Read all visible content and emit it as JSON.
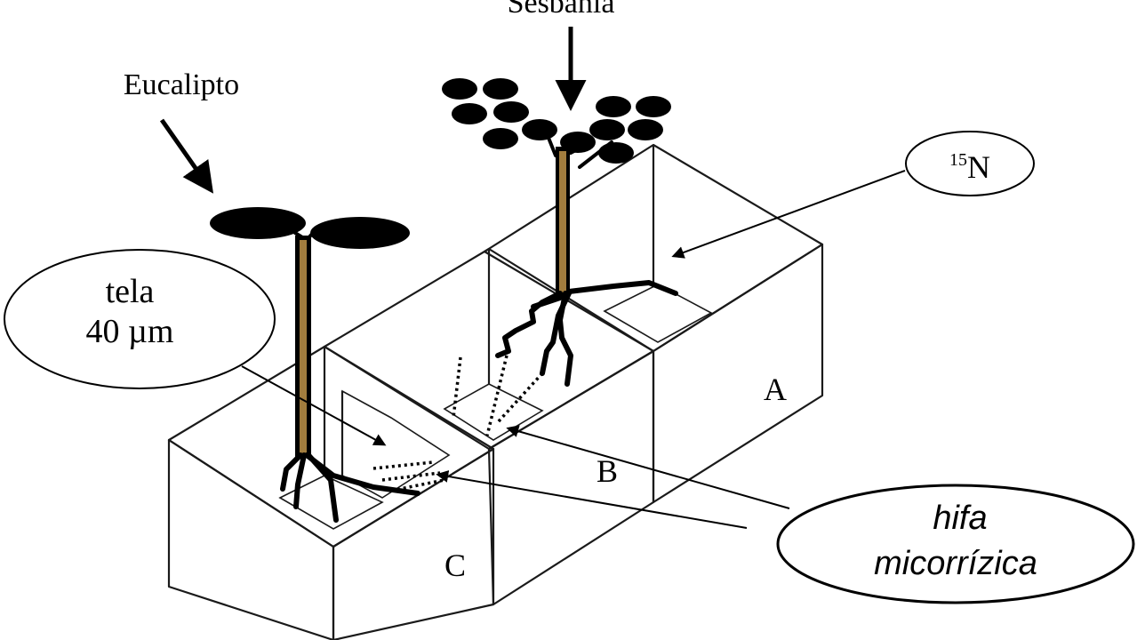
{
  "labels": {
    "sesbania": "Sesbania",
    "eucalipto": "Eucalipto",
    "nitrogen_sup": "15",
    "nitrogen_symbol": "N",
    "tela_line1": "tela",
    "tela_line2": "40 µm",
    "compartment_a": "A",
    "compartment_b": "B",
    "compartment_c": "C",
    "hifa_line1": "hifa",
    "hifa_line2": "micorrízica"
  },
  "colors": {
    "box_face": "#f2f2f2",
    "box_top": "#d6d6d6",
    "box_inner": "#c8c8c8",
    "stem": "#9c7a3c",
    "leaf": "#000000"
  }
}
